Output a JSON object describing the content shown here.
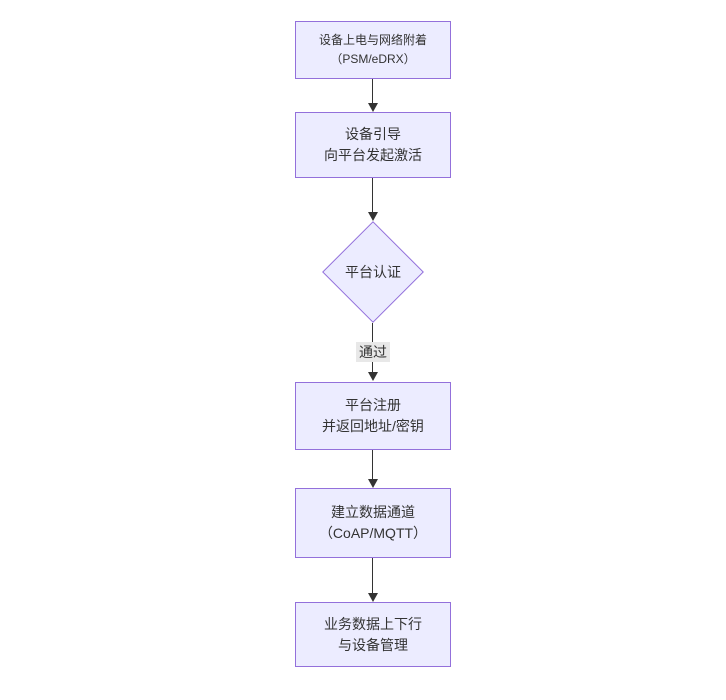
{
  "flowchart": {
    "type": "flowchart-vertical",
    "nodes": {
      "power_on": {
        "shape": "rect",
        "line1": "设备上电与网络附着",
        "line2": "（PSM/eDRX）"
      },
      "bootstrap": {
        "shape": "rect",
        "line1": "设备引导",
        "line2": "向平台发起激活"
      },
      "auth": {
        "shape": "diamond",
        "line1": "平台认证"
      },
      "register": {
        "shape": "rect",
        "line1": "平台注册",
        "line2": "并返回地址/密钥"
      },
      "channel": {
        "shape": "rect",
        "line1": "建立数据通道",
        "line2": "（CoAP/MQTT）"
      },
      "business": {
        "shape": "rect",
        "line1": "业务数据上下行",
        "line2": "与设备管理"
      }
    },
    "edges": {
      "auth_to_register": {
        "label": "通过"
      }
    },
    "colors": {
      "node_fill": "#ECECFF",
      "node_border": "#9370DB",
      "text": "#333333",
      "edge": "#333333",
      "edge_label_bg": "#e8e8e8",
      "background": "#ffffff"
    }
  }
}
